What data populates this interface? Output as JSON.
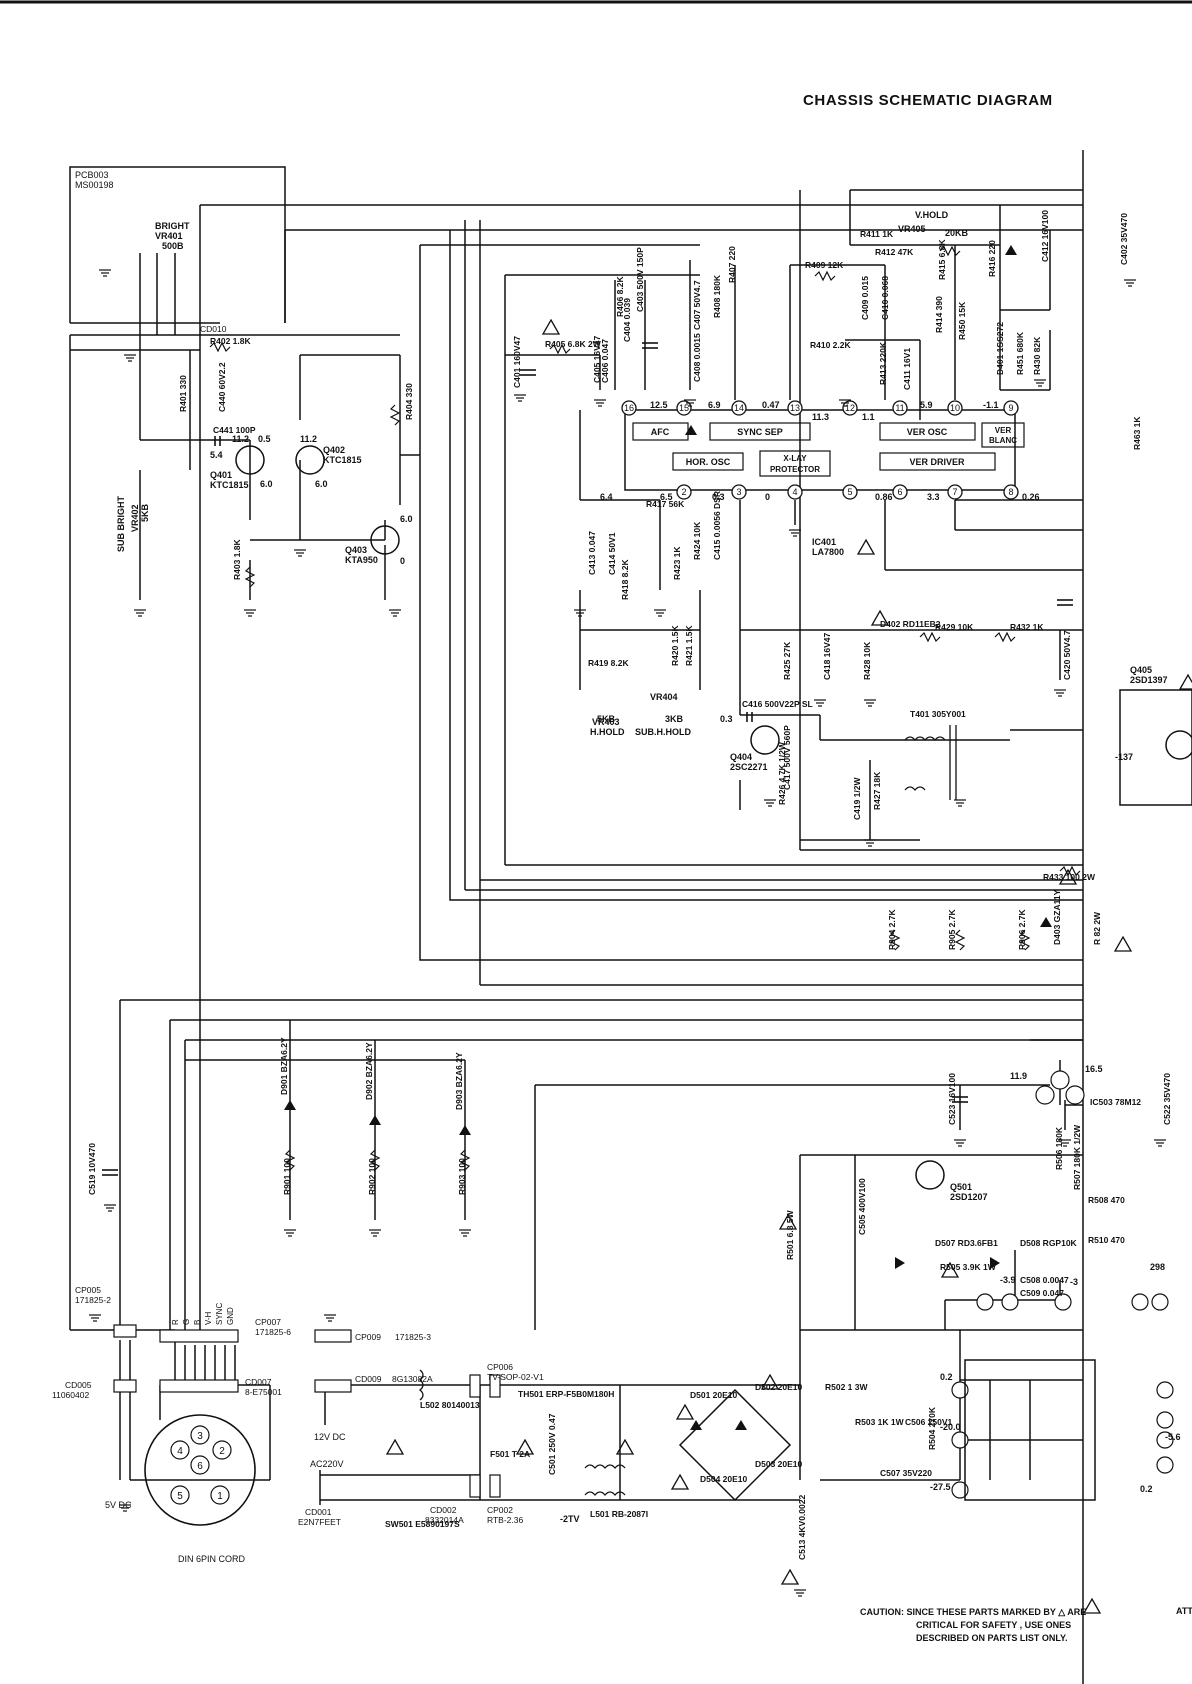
{
  "header": {
    "title": "CHASSIS SCHEMATIC DIAGRAM"
  },
  "pcb": {
    "line1": "PCB003",
    "line2": "MS00198"
  },
  "ic401": {
    "name": "IC401",
    "part": "LA7800",
    "blocks": [
      "AFC",
      "SYNC SEP",
      "HOR. OSC",
      "X-LAY PROTECTOR",
      "VER OSC",
      "VER BLANC",
      "VER DRIVER"
    ]
  },
  "transistors": [
    {
      "ref": "Q401",
      "part": "KTC1815"
    },
    {
      "ref": "Q402",
      "part": "KTC1815"
    },
    {
      "ref": "Q403",
      "part": "KTA950"
    },
    {
      "ref": "Q404",
      "part": "2SC2271"
    },
    {
      "ref": "Q405",
      "part": "2SD1397"
    },
    {
      "ref": "Q501",
      "part": "2SD1207"
    }
  ],
  "controls": [
    {
      "ref": "VR401",
      "value": "500B",
      "name": "BRIGHT"
    },
    {
      "ref": "VR402",
      "value": "5KB",
      "name": "SUB BRIGHT"
    },
    {
      "ref": "VR403",
      "value": "5KB",
      "name": "H.HOLD"
    },
    {
      "ref": "VR404",
      "value": "3KB",
      "name": "SUB.H.HOLD"
    },
    {
      "ref": "VR405",
      "value": "20KB",
      "name": "V.HOLD"
    }
  ],
  "parts": [
    {
      "ref": "R402",
      "value": "1.8K"
    },
    {
      "ref": "R401",
      "value": "330"
    },
    {
      "ref": "C440",
      "value": "60V2.2"
    },
    {
      "ref": "C441",
      "value": "100P"
    },
    {
      "ref": "R403",
      "value": "1.8K"
    },
    {
      "ref": "R404",
      "value": "330"
    },
    {
      "ref": "R405",
      "value": "6.8K 2W"
    },
    {
      "ref": "C401",
      "value": "160V47"
    },
    {
      "ref": "C405",
      "value": "16V47"
    },
    {
      "ref": "C406",
      "value": "0.047"
    },
    {
      "ref": "R406",
      "value": "8.2K"
    },
    {
      "ref": "C403",
      "value": "500V 150P"
    },
    {
      "ref": "C404",
      "value": "0.039"
    },
    {
      "ref": "C407",
      "value": "50V4.7"
    },
    {
      "ref": "C408",
      "value": "0.0015"
    },
    {
      "ref": "R407",
      "value": "220"
    },
    {
      "ref": "R408",
      "value": "180K"
    },
    {
      "ref": "R409",
      "value": "12K"
    },
    {
      "ref": "R410",
      "value": "2.2K"
    },
    {
      "ref": "R411",
      "value": "1K"
    },
    {
      "ref": "R412",
      "value": "47K"
    },
    {
      "ref": "R413",
      "value": "220K"
    },
    {
      "ref": "C409",
      "value": "0.015"
    },
    {
      "ref": "C410",
      "value": "0.068"
    },
    {
      "ref": "C411",
      "value": "16V1"
    },
    {
      "ref": "C412",
      "value": "16V100"
    },
    {
      "ref": "R414",
      "value": "390"
    },
    {
      "ref": "R415",
      "value": "6.8K"
    },
    {
      "ref": "R450",
      "value": "15K"
    },
    {
      "ref": "R416",
      "value": "220"
    },
    {
      "ref": "D401",
      "value": "1SS272"
    },
    {
      "ref": "R451",
      "value": "680K"
    },
    {
      "ref": "R430",
      "value": "82K"
    },
    {
      "ref": "R417",
      "value": "56K"
    },
    {
      "ref": "C413",
      "value": "0.047"
    },
    {
      "ref": "C414",
      "value": "50V1"
    },
    {
      "ref": "R418",
      "value": "8.2K"
    },
    {
      "ref": "R423",
      "value": "1K"
    },
    {
      "ref": "R424",
      "value": "10K"
    },
    {
      "ref": "C415",
      "value": "0.0056 DSR"
    },
    {
      "ref": "R419",
      "value": "8.2K"
    },
    {
      "ref": "R420",
      "value": "1.5K"
    },
    {
      "ref": "R421",
      "value": "1.5K"
    },
    {
      "ref": "D402",
      "value": "RD11EB2"
    },
    {
      "ref": "R425",
      "value": "27K"
    },
    {
      "ref": "C418",
      "value": "16V47"
    },
    {
      "ref": "R428",
      "value": "10K"
    },
    {
      "ref": "R429",
      "value": "10K"
    },
    {
      "ref": "R432",
      "value": "1K"
    },
    {
      "ref": "C420",
      "value": "50V4.7"
    },
    {
      "ref": "C416",
      "value": "500V22P SL"
    },
    {
      "ref": "C417",
      "value": "500V 560P"
    },
    {
      "ref": "R426",
      "value": "4.7K 1/2W"
    },
    {
      "ref": "C419",
      "value": "1/2W"
    },
    {
      "ref": "R427",
      "value": "18K"
    },
    {
      "ref": "T401",
      "value": "305Y001"
    },
    {
      "ref": "R433",
      "value": "100 2W"
    },
    {
      "ref": "R904",
      "value": "2.7K"
    },
    {
      "ref": "R905",
      "value": "2.7K"
    },
    {
      "ref": "R906",
      "value": "2.7K"
    },
    {
      "ref": "D403",
      "value": "GZA11Y"
    },
    {
      "ref": "R",
      "value": "82 2W"
    },
    {
      "ref": "D901",
      "value": "BZA6.2Y"
    },
    {
      "ref": "D902",
      "value": "BZA6.2Y"
    },
    {
      "ref": "D903",
      "value": "BZA6.2Y"
    },
    {
      "ref": "R901",
      "value": "100"
    },
    {
      "ref": "R902",
      "value": "100"
    },
    {
      "ref": "R903",
      "value": "100"
    },
    {
      "ref": "C519",
      "value": "10V470"
    },
    {
      "ref": "C523",
      "value": "16V100"
    },
    {
      "ref": "IC503",
      "value": "78M12"
    },
    {
      "ref": "C522",
      "value": "35V470"
    },
    {
      "ref": "C402",
      "value": "35V470"
    },
    {
      "ref": "R463",
      "value": "1K"
    },
    {
      "ref": "R501",
      "value": "6.8 5W"
    },
    {
      "ref": "C505",
      "value": "400V100"
    },
    {
      "ref": "D507",
      "value": "RD3.6FB1"
    },
    {
      "ref": "D508",
      "value": "RGP10K"
    },
    {
      "ref": "R505",
      "value": "3.9K 1W"
    },
    {
      "ref": "C508",
      "value": "0.0047"
    },
    {
      "ref": "C509",
      "value": "0.047"
    },
    {
      "ref": "R506",
      "value": "180K"
    },
    {
      "ref": "R507",
      "value": "180K 1/2W"
    },
    {
      "ref": "R508",
      "value": "470"
    },
    {
      "ref": "R510",
      "value": "470"
    },
    {
      "ref": "R502",
      "value": "1 3W"
    },
    {
      "ref": "R503",
      "value": "1K 1W"
    },
    {
      "ref": "C506",
      "value": "250V1"
    },
    {
      "ref": "R504",
      "value": "270K"
    },
    {
      "ref": "C507",
      "value": "35V220"
    },
    {
      "ref": "C513",
      "value": "4KV0.0022"
    },
    {
      "ref": "D501",
      "value": "20E10"
    },
    {
      "ref": "D502",
      "value": "20E10"
    },
    {
      "ref": "D503",
      "value": "20E10"
    },
    {
      "ref": "D504",
      "value": "20E10"
    },
    {
      "ref": "C501",
      "value": "250V 0.47"
    },
    {
      "ref": "L501",
      "value": "RB-2087I"
    },
    {
      "ref": "L502",
      "value": "80140013"
    },
    {
      "ref": "F501",
      "value": "T 2A"
    },
    {
      "ref": "SW501",
      "value": "E5890197S"
    },
    {
      "ref": "TH501",
      "value": "ERP-F5B0M180H"
    }
  ],
  "connectors": [
    {
      "ref": "CD010",
      "part": ""
    },
    {
      "ref": "CP005",
      "part": "171825-2"
    },
    {
      "ref": "CD005",
      "part": "11060402"
    },
    {
      "ref": "CP007",
      "part": "171825-6"
    },
    {
      "ref": "CD007",
      "part": "8-E75001"
    },
    {
      "ref": "CP009",
      "part": "171825-3"
    },
    {
      "ref": "CD009",
      "part": "8G13082A"
    },
    {
      "ref": "CP006",
      "part": "TV-SOP-02-V1"
    },
    {
      "ref": "CP002",
      "part": "RTB-2.36"
    },
    {
      "ref": "CD002",
      "part": "8332014A"
    },
    {
      "ref": "CD001",
      "part": "E2N7FEET"
    }
  ],
  "labels": {
    "din": "DIN 6PIN CORD",
    "v5": "5V DC",
    "v12": "12V DC",
    "ac": "AC220V",
    "vhold": "V.HOLD",
    "hhold": "H.HOLD",
    "subhhold": "SUB.H.HOLD",
    "bright": "BRIGHT",
    "subbright": "SUB BRIGHT",
    "cp007pins": [
      "R",
      "G",
      "B",
      "V-H",
      "SYNC",
      "GND"
    ]
  },
  "voltages": [
    "11.2",
    "0.5",
    "11.2",
    "5.4",
    "6.0",
    "6.0",
    "6.0",
    "0",
    "12.5",
    "6.9",
    "0.47",
    "11.3",
    "1.1",
    "5.9",
    "-1.1",
    "6.4",
    "6.5",
    "0.3",
    "0",
    "0.86",
    "3.3",
    "0.26",
    "0.3",
    "-137",
    "11.9",
    "16.5",
    "0.2",
    "-20.0",
    "-27.5",
    "-3.9",
    "-3",
    "298",
    "-5.6",
    "0.2",
    "-2TV"
  ],
  "caution": {
    "line1": "CAUTION: SINCE THESE PARTS MARKED BY",
    "line1b": "ARE",
    "line2": "CRITICAL FOR SAFETY , USE ONES",
    "line3": "DESCRIBED ON PARTS LIST ONLY.",
    "tail": "ATT"
  }
}
